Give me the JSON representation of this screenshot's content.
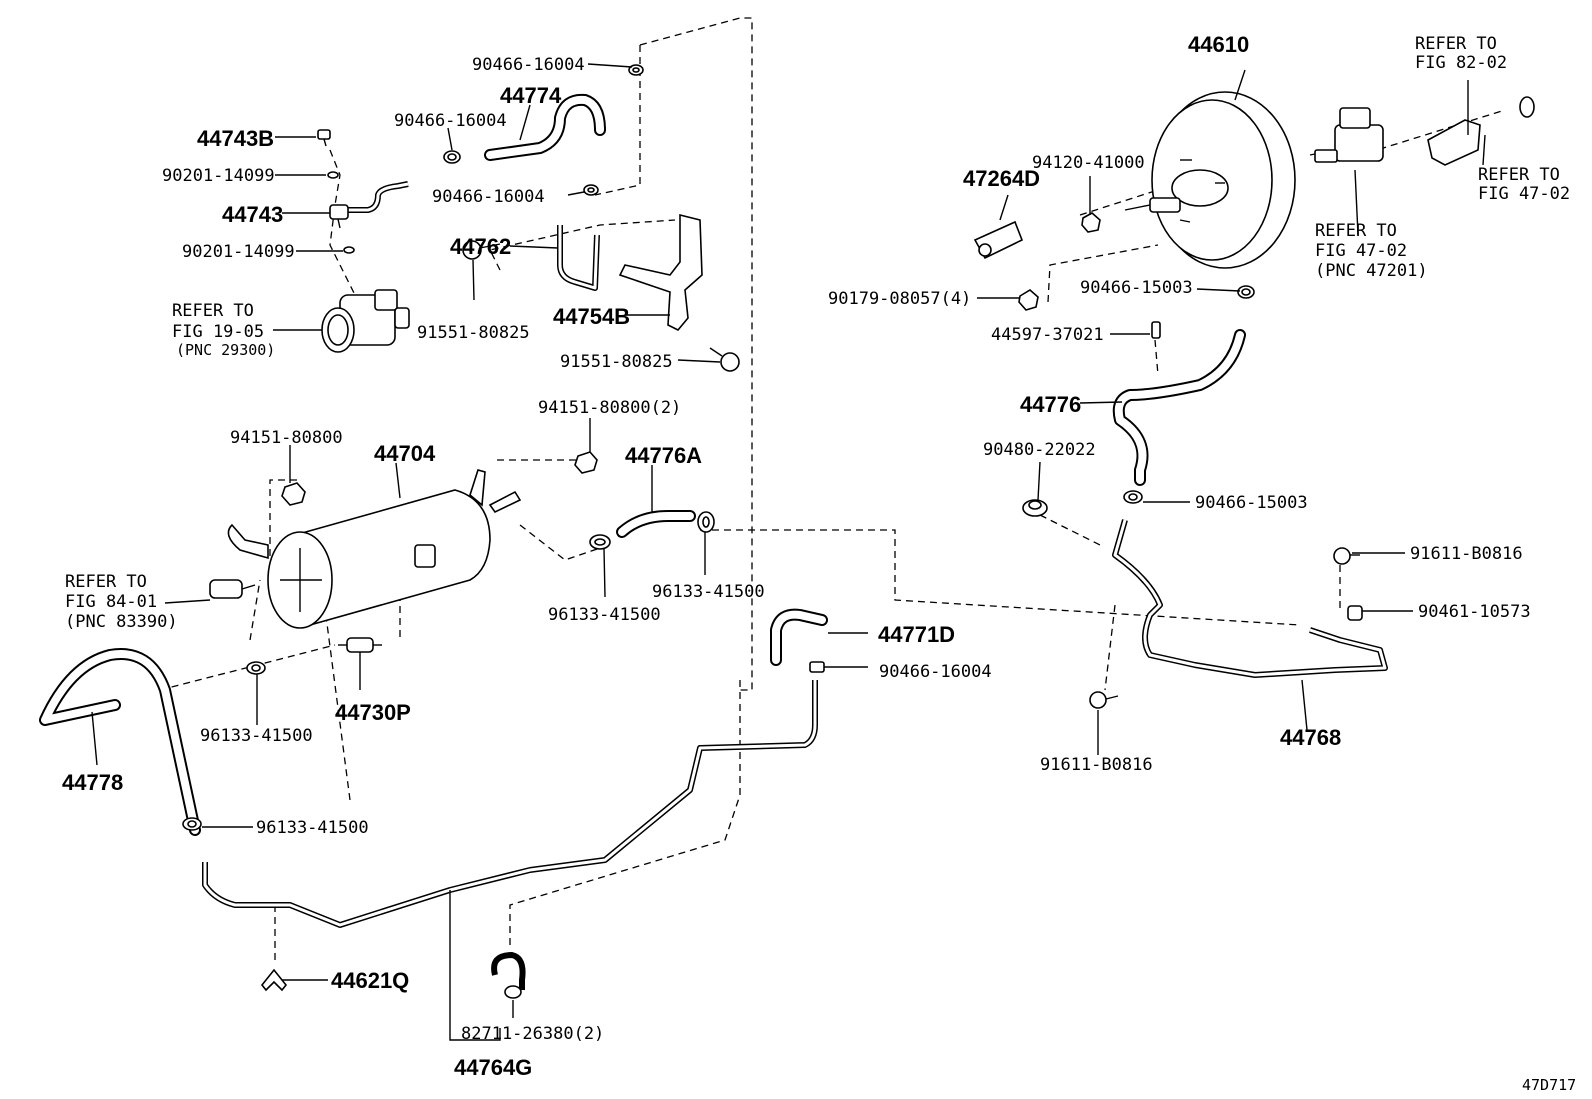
{
  "diagram_id": "47D717",
  "labels": {
    "l_90466_16004_top": "90466-16004",
    "l_44774": "44774",
    "l_44743B": "44743B",
    "l_90466_16004_a": "90466-16004",
    "l_90201_14099_a": "90201-14099",
    "l_90466_16004_b": "90466-16004",
    "l_44743": "44743",
    "l_90201_14099_b": "90201-14099",
    "l_44762": "44762",
    "l_91551_80825_a": "91551-80825",
    "l_44754B": "44754B",
    "l_91551_80825_b": "91551-80825",
    "l_refer_19_05_1": "REFER TO",
    "l_refer_19_05_2": "FIG 19-05",
    "l_refer_19_05_3": "(PNC 29300)",
    "l_94151_80800_2": "94151-80800(2)",
    "l_94151_80800": "94151-80800",
    "l_44704": "44704",
    "l_44776A": "44776A",
    "l_refer_84_01_1": "REFER TO",
    "l_refer_84_01_2": "FIG 84-01",
    "l_refer_84_01_3": "(PNC 83390)",
    "l_96133_41500_a": "96133-41500",
    "l_96133_41500_b": "96133-41500",
    "l_96133_41500_c": "96133-41500",
    "l_44730P": "44730P",
    "l_44778": "44778",
    "l_96133_41500_d": "96133-41500",
    "l_44621Q": "44621Q",
    "l_82711_26380": "82711-26380(2)",
    "l_44764G": "44764G",
    "l_44771D": "44771D",
    "l_90466_16004_c": "90466-16004",
    "l_44610": "44610",
    "l_refer_82_02_1": "REFER TO",
    "l_refer_82_02_2": "FIG 82-02",
    "l_47264D": "47264D",
    "l_94120_41000": "94120-41000",
    "l_refer_47_02a_1": "REFER TO",
    "l_refer_47_02a_2": "FIG 47-02",
    "l_refer_47_02b_1": "REFER TO",
    "l_refer_47_02b_2": "FIG 47-02",
    "l_refer_47_02b_3": "(PNC 47201)",
    "l_90179_08057": "90179-08057(4)",
    "l_90466_15003_a": "90466-15003",
    "l_44597_37021": "44597-37021",
    "l_44776": "44776",
    "l_90480_22022": "90480-22022",
    "l_90466_15003_b": "90466-15003",
    "l_91611_B0816_a": "91611-B0816",
    "l_90461_10573": "90461-10573",
    "l_91611_B0816_b": "91611-B0816",
    "l_44768": "44768"
  }
}
